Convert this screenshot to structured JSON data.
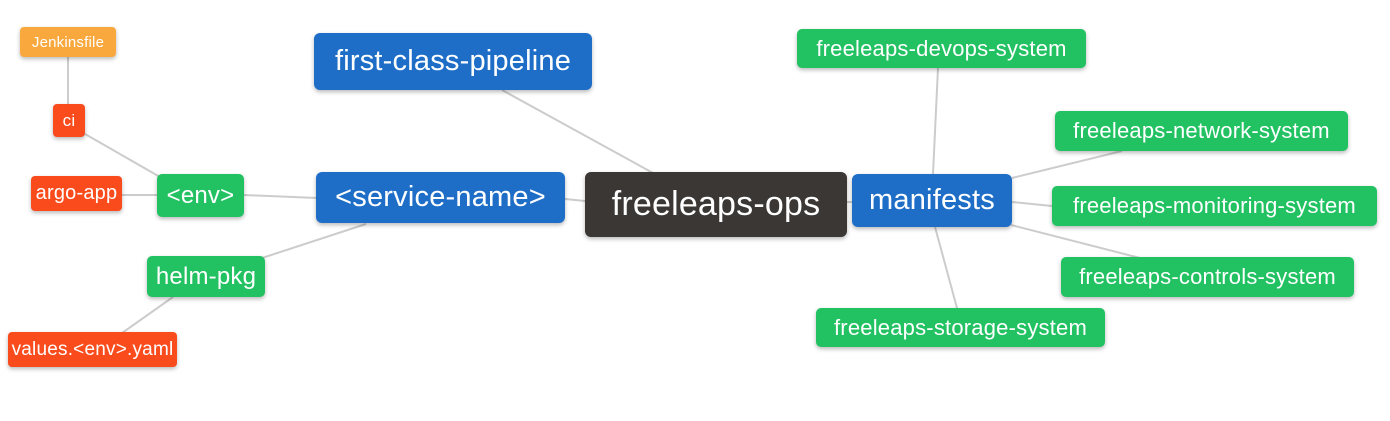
{
  "diagram": {
    "type": "mindmap",
    "background": "#FFFFFF",
    "edge_color": "#CCCCCC",
    "palette": {
      "blue": "#1E6EC8",
      "green": "#22C263",
      "red": "#F94B1C",
      "orange": "#F8A83C",
      "dark": "#3B3735"
    },
    "nodes": {
      "jenkinsfile": {
        "label": "Jenkinsfile",
        "color": "#F8A83C"
      },
      "ci": {
        "label": "ci",
        "color": "#F94B1C"
      },
      "argo_app": {
        "label": "argo-app",
        "color": "#F94B1C"
      },
      "env": {
        "label": "<env>",
        "color": "#22C263"
      },
      "helm_pkg": {
        "label": "helm-pkg",
        "color": "#22C263"
      },
      "values_env_yaml": {
        "label": "values.<env>.yaml",
        "color": "#F94B1C"
      },
      "first_class_pipeline": {
        "label": "first-class-pipeline",
        "color": "#1E6EC8"
      },
      "service_name": {
        "label": "<service-name>",
        "color": "#1E6EC8"
      },
      "freeleaps_ops": {
        "label": "freeleaps-ops",
        "color": "#3B3735"
      },
      "manifests": {
        "label": "manifests",
        "color": "#1E6EC8"
      },
      "devops_system": {
        "label": "freeleaps-devops-system",
        "color": "#22C263"
      },
      "network_system": {
        "label": "freeleaps-network-system",
        "color": "#22C263"
      },
      "monitoring_system": {
        "label": "freeleaps-monitoring-system",
        "color": "#22C263"
      },
      "controls_system": {
        "label": "freeleaps-controls-system",
        "color": "#22C263"
      },
      "storage_system": {
        "label": "freeleaps-storage-system",
        "color": "#22C263"
      }
    },
    "edges": [
      [
        "jenkinsfile",
        "ci"
      ],
      [
        "ci",
        "env"
      ],
      [
        "argo_app",
        "env"
      ],
      [
        "env",
        "service_name"
      ],
      [
        "helm_pkg",
        "service_name"
      ],
      [
        "values_env_yaml",
        "helm_pkg"
      ],
      [
        "first_class_pipeline",
        "freeleaps_ops"
      ],
      [
        "service_name",
        "freeleaps_ops"
      ],
      [
        "freeleaps_ops",
        "manifests"
      ],
      [
        "manifests",
        "devops_system"
      ],
      [
        "manifests",
        "network_system"
      ],
      [
        "manifests",
        "monitoring_system"
      ],
      [
        "manifests",
        "controls_system"
      ],
      [
        "manifests",
        "storage_system"
      ]
    ]
  }
}
